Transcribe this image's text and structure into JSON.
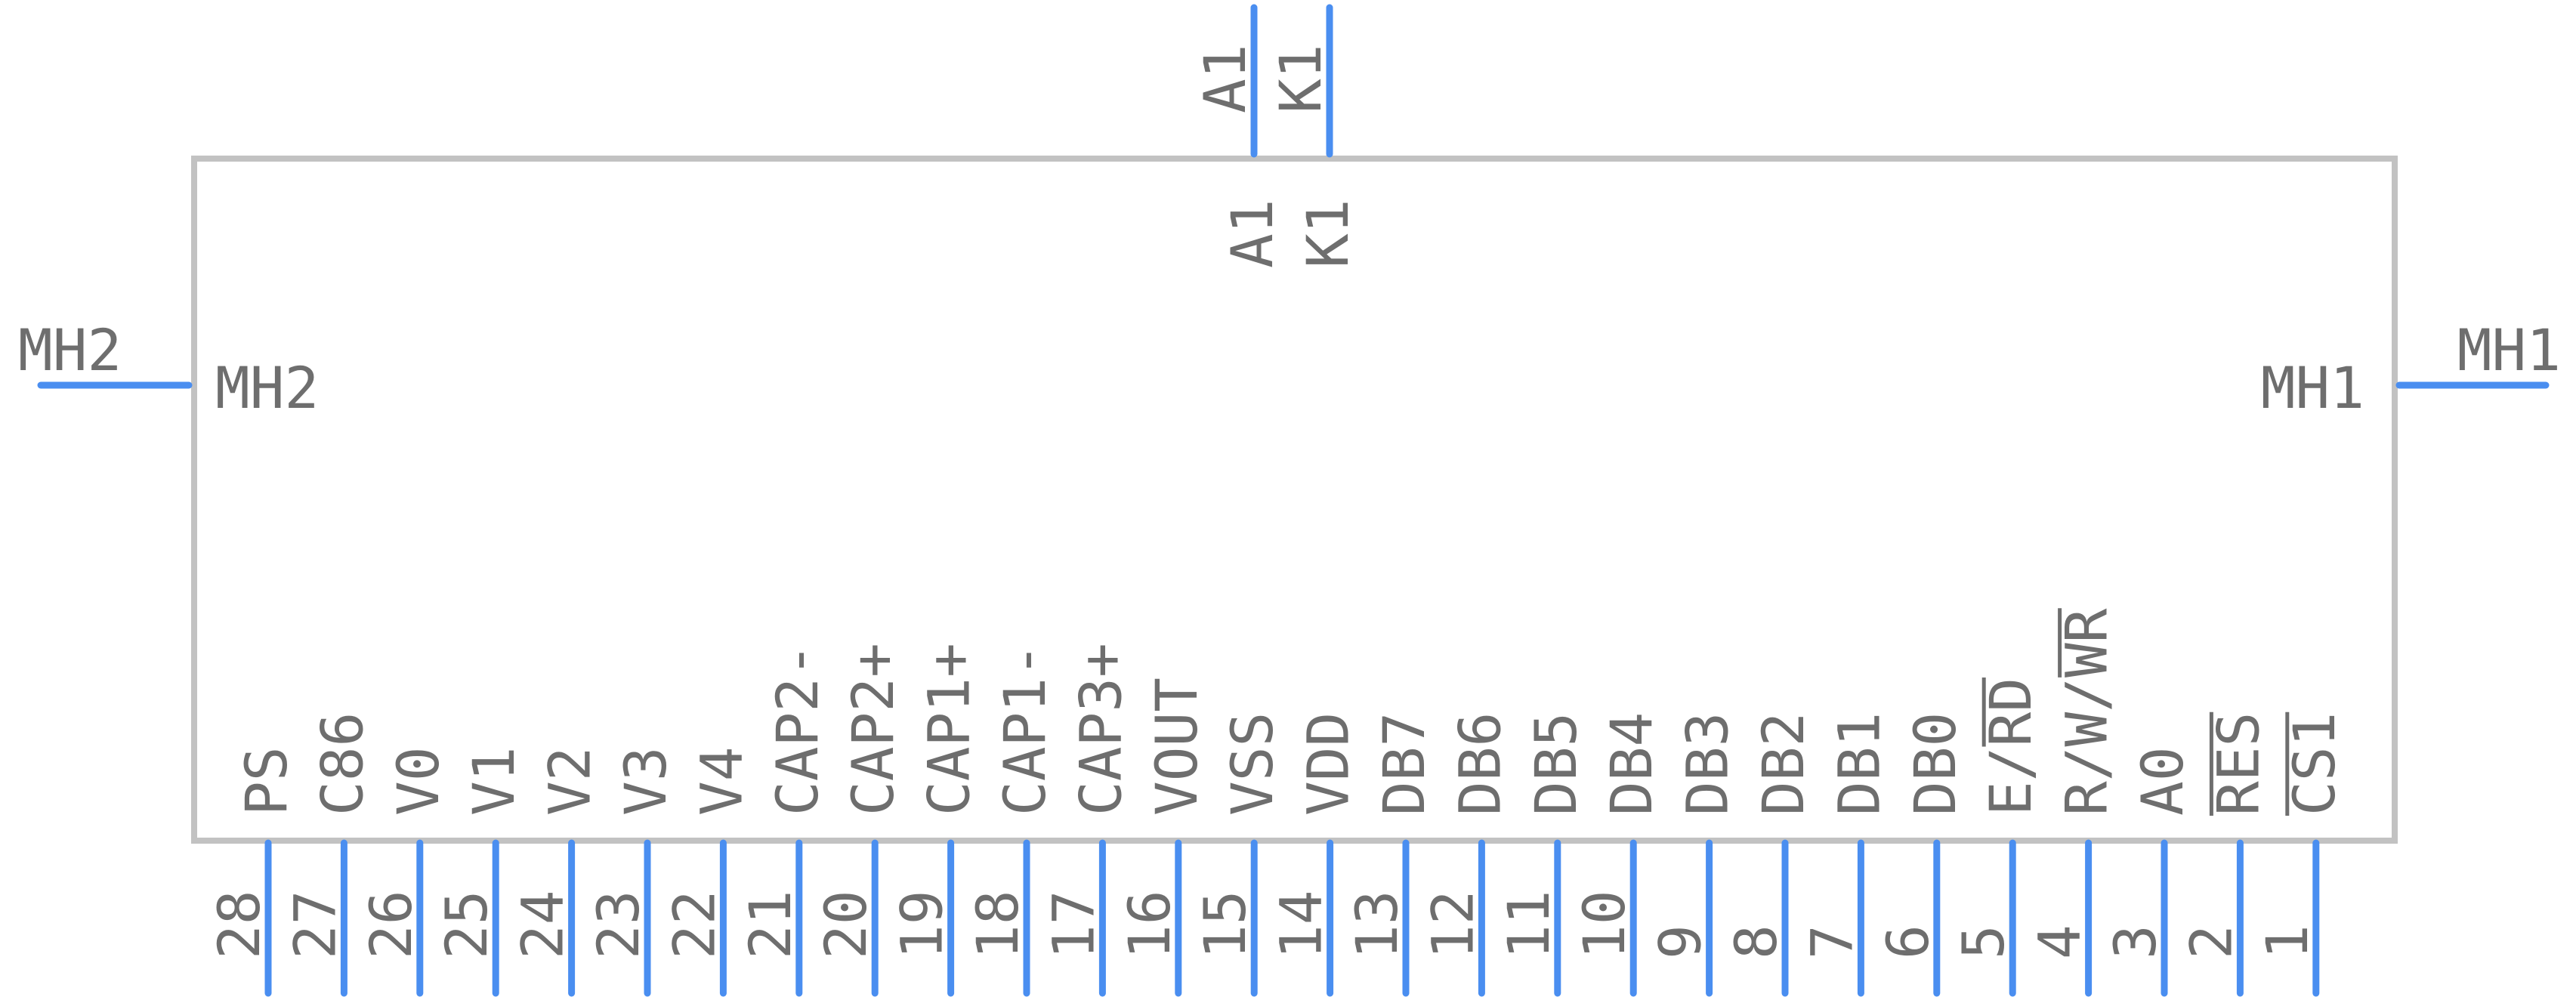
{
  "colors": {
    "body_outline": "#c2c2c2",
    "pin": "#4a8ef0",
    "text": "#6e6e6e"
  },
  "top_pins": [
    {
      "name": "A1",
      "outer": "A1",
      "inner": "A1"
    },
    {
      "name": "K1",
      "outer": "K1",
      "inner": "K1"
    }
  ],
  "left_pin": {
    "outer": "MH2",
    "inner": "MH2"
  },
  "right_pin": {
    "outer": "MH1",
    "inner": "MH1"
  },
  "bottom_pins": [
    {
      "num": "28",
      "name": "PS"
    },
    {
      "num": "27",
      "name": "C86"
    },
    {
      "num": "26",
      "name": "V0"
    },
    {
      "num": "25",
      "name": "V1"
    },
    {
      "num": "24",
      "name": "V2"
    },
    {
      "num": "23",
      "name": "V3"
    },
    {
      "num": "22",
      "name": "V4"
    },
    {
      "num": "21",
      "name": "CAP2-"
    },
    {
      "num": "20",
      "name": "CAP2+"
    },
    {
      "num": "19",
      "name": "CAP1+"
    },
    {
      "num": "18",
      "name": "CAP1-"
    },
    {
      "num": "17",
      "name": "CAP3+"
    },
    {
      "num": "16",
      "name": "VOUT"
    },
    {
      "num": "15",
      "name": "VSS"
    },
    {
      "num": "14",
      "name": "VDD"
    },
    {
      "num": "13",
      "name": "DB7"
    },
    {
      "num": "12",
      "name": "DB6"
    },
    {
      "num": "11",
      "name": "DB5"
    },
    {
      "num": "10",
      "name": "DB4"
    },
    {
      "num": "9",
      "name": "DB3"
    },
    {
      "num": "8",
      "name": "DB2"
    },
    {
      "num": "7",
      "name": "DB1"
    },
    {
      "num": "6",
      "name": "DB0"
    },
    {
      "num": "5",
      "name": "E/RD",
      "overbar_part": "RD"
    },
    {
      "num": "4",
      "name": "R/W/WR",
      "overbar_part": "WR"
    },
    {
      "num": "3",
      "name": "A0"
    },
    {
      "num": "2",
      "name": "RES",
      "overbar_part": "RES"
    },
    {
      "num": "1",
      "name": "CS1",
      "overbar_part": "CS1"
    }
  ]
}
